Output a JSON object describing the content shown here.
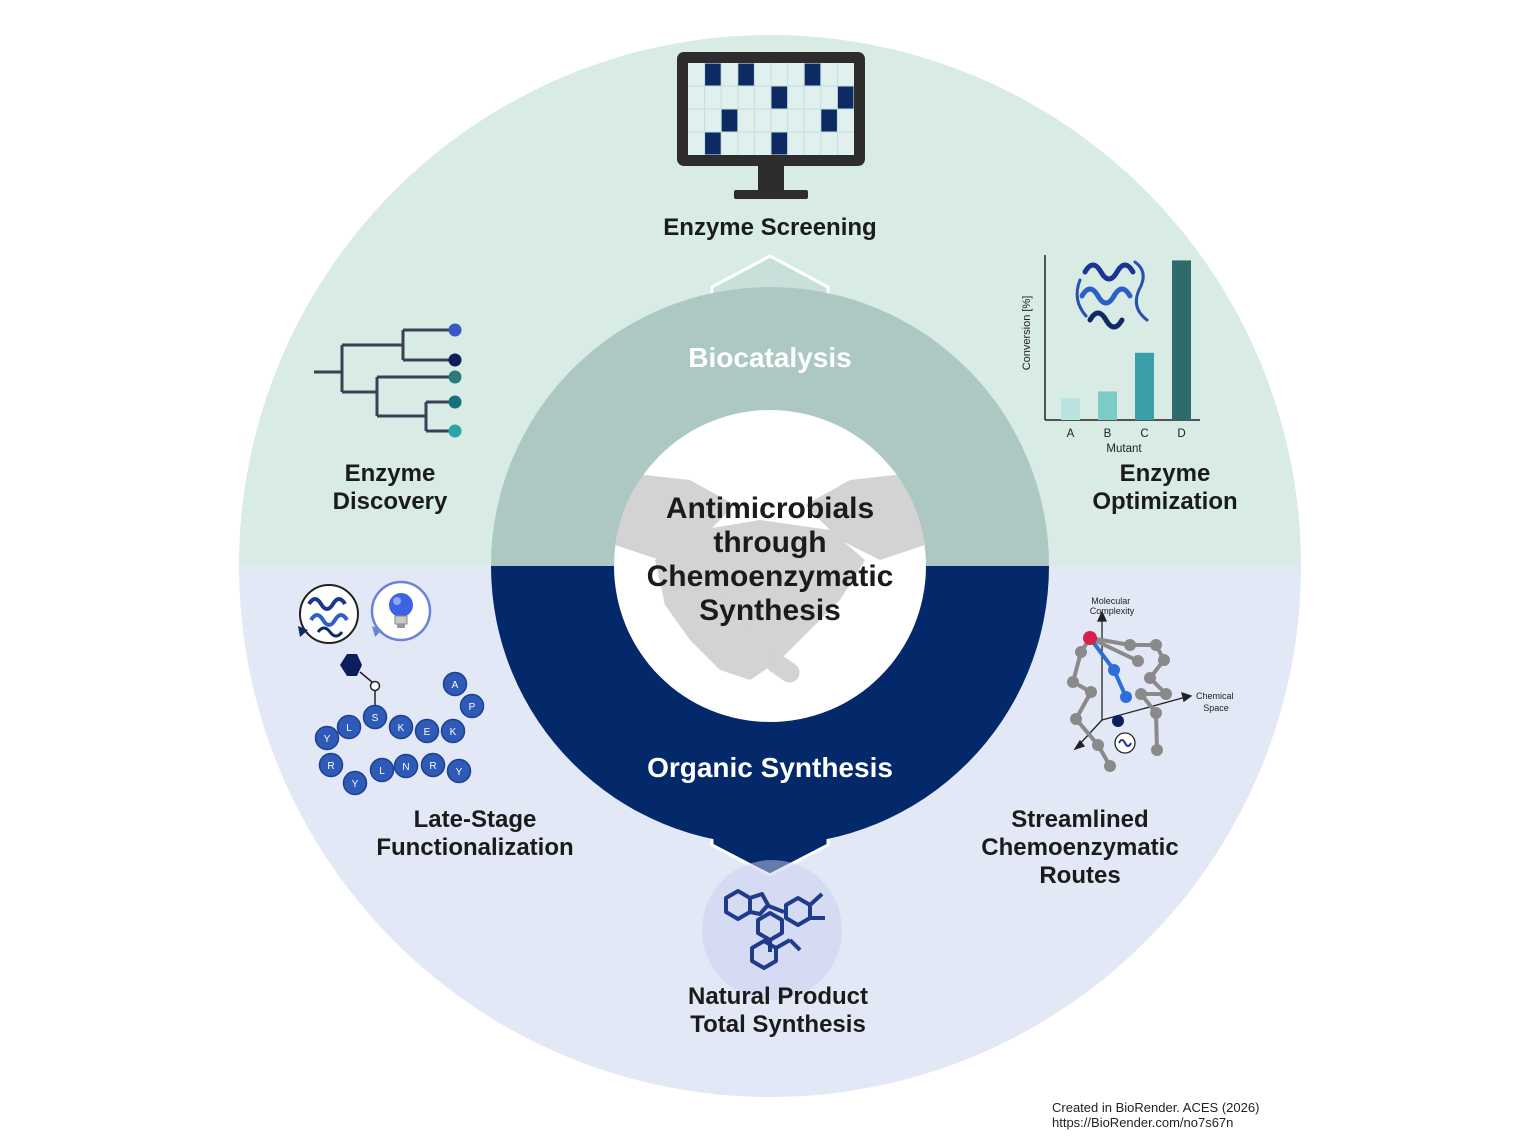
{
  "center": {
    "lines": [
      "Antimicrobials",
      "through",
      "Chemoenzymatic",
      "Synthesis"
    ]
  },
  "ring": {
    "top_label": "Biocatalysis",
    "bottom_label": "Organic Synthesis"
  },
  "sections": {
    "screening": {
      "lines": [
        "Enzyme Screening"
      ]
    },
    "discovery": {
      "lines": [
        "Enzyme",
        "Discovery"
      ]
    },
    "optimization": {
      "lines": [
        "Enzyme",
        "Optimization"
      ]
    },
    "late_stage": {
      "lines": [
        "Late-Stage",
        "Functionalization"
      ]
    },
    "natural_product": {
      "lines": [
        "Natural Product",
        "Total Synthesis"
      ]
    },
    "streamlined": {
      "lines": [
        "Streamlined",
        "Chemoenzymatic",
        "Routes"
      ]
    }
  },
  "optimization_chart": {
    "type": "bar",
    "ylabel": "Conversion [%]",
    "xlabel": "Mutant",
    "categories": [
      "A",
      "B",
      "C",
      "D"
    ],
    "values": [
      13,
      17,
      40,
      95
    ],
    "colors": [
      "#b9e3e0",
      "#7dcbc6",
      "#3a9fa8",
      "#2e6b6a"
    ]
  },
  "complexity_plot": {
    "y_axis_lines": [
      "Molecular",
      "Complexity"
    ],
    "x_axis_lines": [
      "Chemical",
      "Space"
    ]
  },
  "peptide": {
    "residues_top": [
      "Y",
      "L",
      "S",
      "K",
      "E",
      "K",
      "A",
      "P"
    ],
    "residues_bottom": [
      "Y",
      "R",
      "Y",
      "L",
      "N",
      "R",
      "Y"
    ]
  },
  "colors": {
    "top_half": "#d8ebe5",
    "bottom_half": "#e3e8f6",
    "ring_top": "#adc8c3",
    "ring_bottom": "#04296a",
    "navy": "#0b2a6b",
    "accent_red": "#d81e4a"
  },
  "icons": [
    "monitor-icon",
    "phylogenetic-tree-icon",
    "protein-icon",
    "lightbulb-icon",
    "handshake-icon",
    "molecule-icon",
    "chevron-up-icon",
    "chevron-down-icon"
  ],
  "credit": {
    "line1": "Created in BioRender. ACES (2026)",
    "line2": "https://BioRender.com/no7s67n"
  }
}
